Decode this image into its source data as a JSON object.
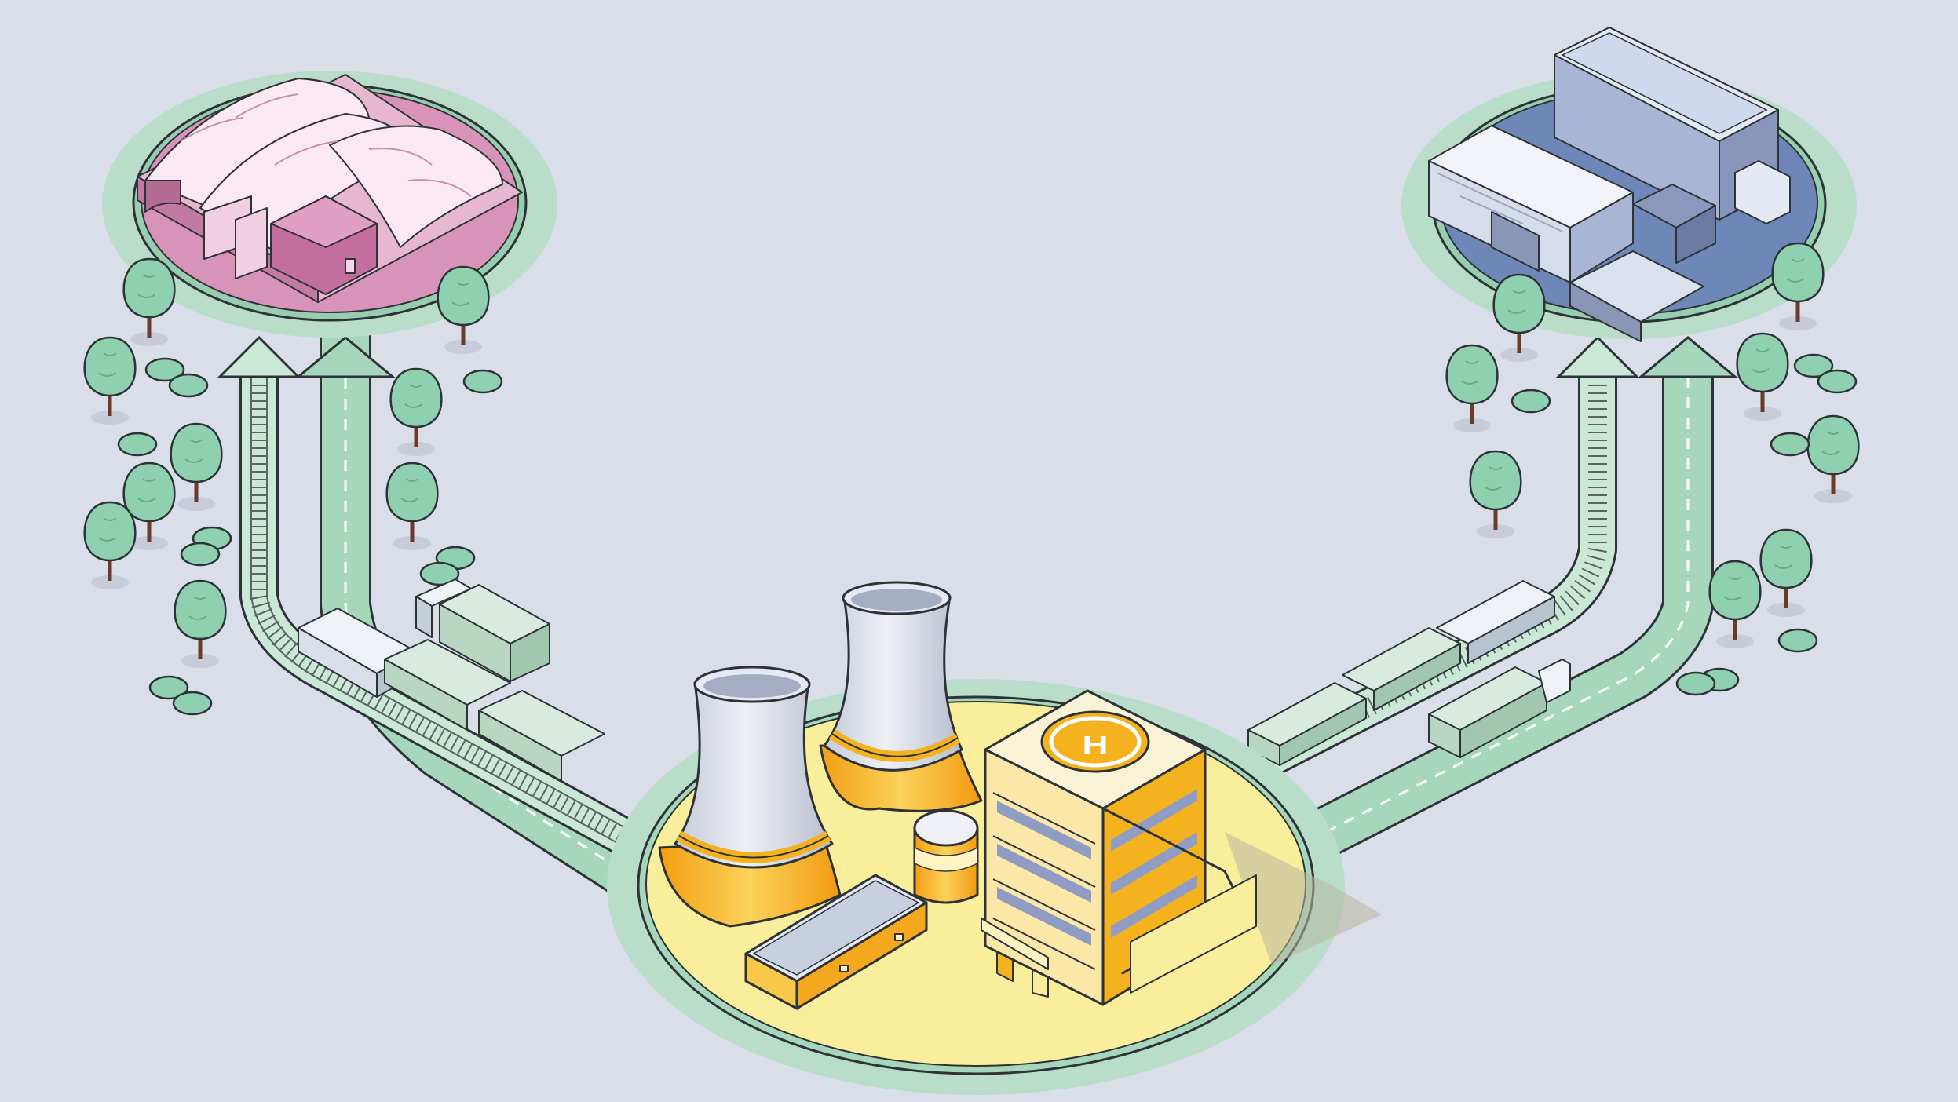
{
  "colors": {
    "background": "#d9dee9",
    "green_ring": "#b9ddc8",
    "green_road": "#9ccfb3",
    "tree": "#8fd0b0",
    "pink_site": "#d893b8",
    "blue_site": "#6f86b8",
    "yellow_site": "#f9ee9c",
    "orange": "#f4b21f",
    "tower_grey": "#dfe3ee"
  },
  "scene": {
    "hydrogen_pad_letter": "H",
    "sites": [
      {
        "name": "greenhouse-site",
        "icon": "greenhouse-icon"
      },
      {
        "name": "warehouse-site",
        "icon": "warehouse-icon"
      },
      {
        "name": "hydrogen-plant-site",
        "icon": "power-plant-icon"
      }
    ],
    "connections": [
      "rail-line",
      "road"
    ]
  }
}
